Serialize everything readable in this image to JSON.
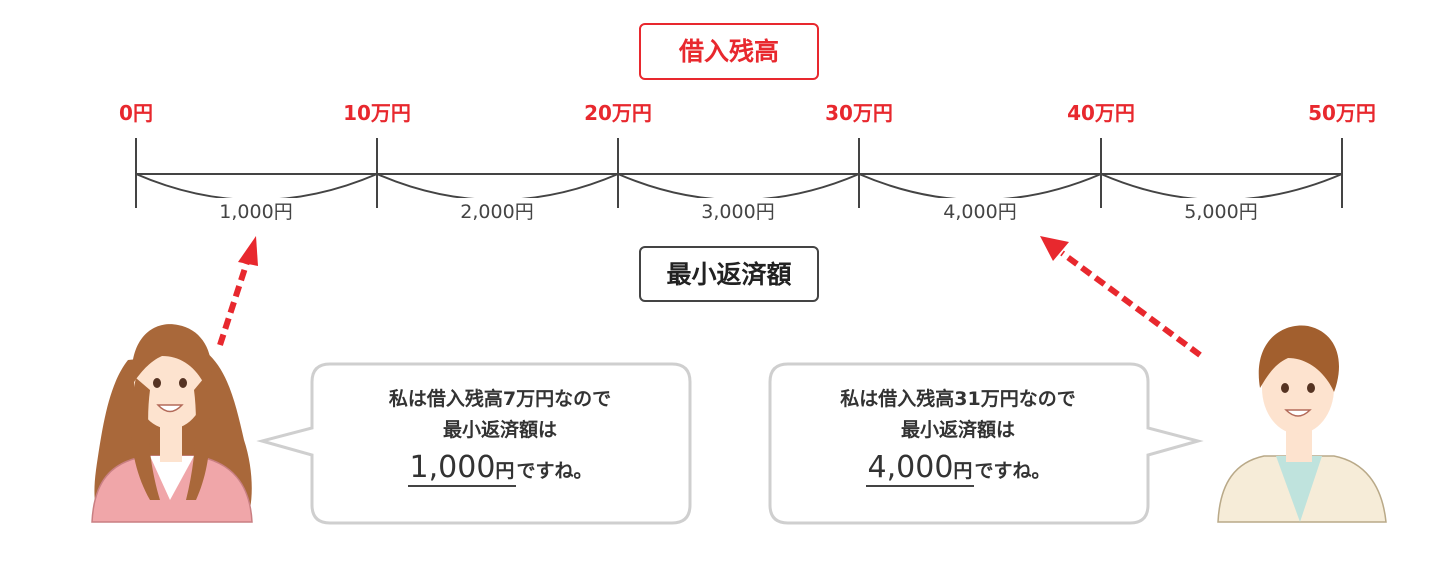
{
  "title": "借入残高",
  "min_payment_label": "最小返済額",
  "ticks": [
    "0円",
    "10万円",
    "20万円",
    "30万円",
    "40万円",
    "50万円"
  ],
  "segments": [
    "1,000円",
    "2,000円",
    "3,000円",
    "4,000円",
    "5,000円"
  ],
  "bubbles": {
    "left": {
      "line1": "私は借入残高7万円なので",
      "line2": "最小返済額は",
      "amount": "1,000",
      "unit": "円",
      "suffix": "ですね。"
    },
    "right": {
      "line1": "私は借入残高31万円なので",
      "line2": "最小返済額は",
      "amount": "4,000",
      "unit": "円",
      "suffix": "ですね。"
    }
  },
  "colors": {
    "accent_red": "#e8282e",
    "line_dark": "#444444",
    "bubble_border": "#cfcfcf"
  }
}
